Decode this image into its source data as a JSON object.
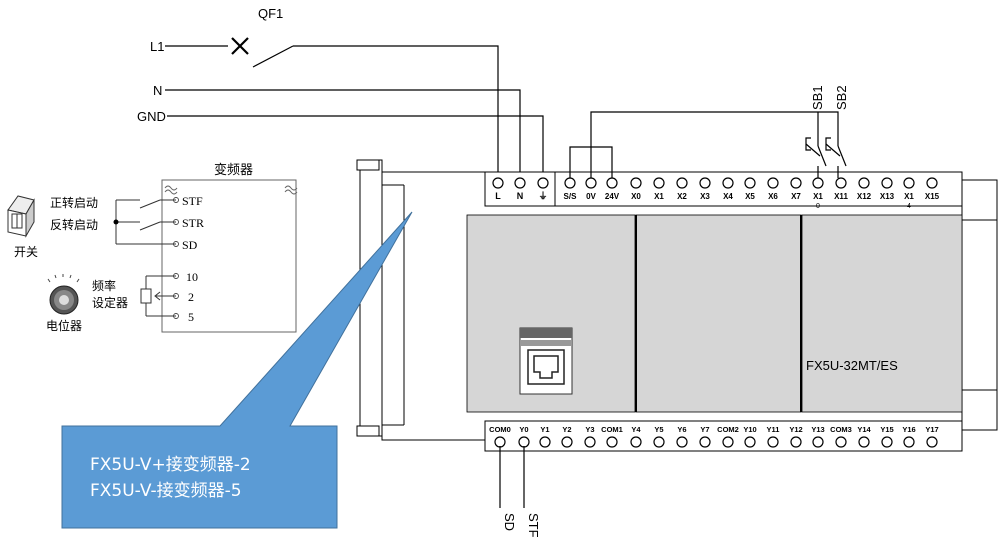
{
  "power": {
    "breaker_label": "QF1",
    "l1_label": "L1",
    "n_label": "N",
    "gnd_label": "GND"
  },
  "switches": {
    "sb1_label": "SB1",
    "sb2_label": "SB2"
  },
  "inverter": {
    "title": "变频器",
    "stf": "STF",
    "str": "STR",
    "sd": "SD",
    "t10": "10",
    "t2": "2",
    "t5": "5",
    "forward_start": "正转启动",
    "reverse_start": "反转启动",
    "switch_label": "开关",
    "freq_label_1": "频率",
    "freq_label_2": "设定器",
    "pot_label": "电位器"
  },
  "plc": {
    "model": "FX5U-32MT/ES",
    "power_terminals": [
      "L",
      "N",
      "⏚"
    ],
    "input_terminals": [
      "S/S",
      "0V",
      "24V",
      "X0",
      "X1",
      "X2",
      "X3",
      "X4",
      "X5",
      "X6",
      "X7",
      "X1",
      "X11",
      "X12",
      "X13",
      "X1",
      "X15"
    ],
    "input_sub_labels": [
      "0",
      "4"
    ],
    "output_terminals": [
      "COM0",
      "Y0",
      "Y1",
      "Y2",
      "Y3",
      "COM1",
      "Y4",
      "Y5",
      "Y6",
      "Y7",
      "COM2",
      "Y10",
      "Y11",
      "Y12",
      "Y13",
      "COM3",
      "Y14",
      "Y15",
      "Y16",
      "Y17"
    ]
  },
  "wires": {
    "sd_label": "SD",
    "stf_label": "STF"
  },
  "callout": {
    "line1": "FX5U-V+接变频器-2",
    "line2": "FX5U-V-接变频器-5",
    "color": "#5b9bd5"
  }
}
